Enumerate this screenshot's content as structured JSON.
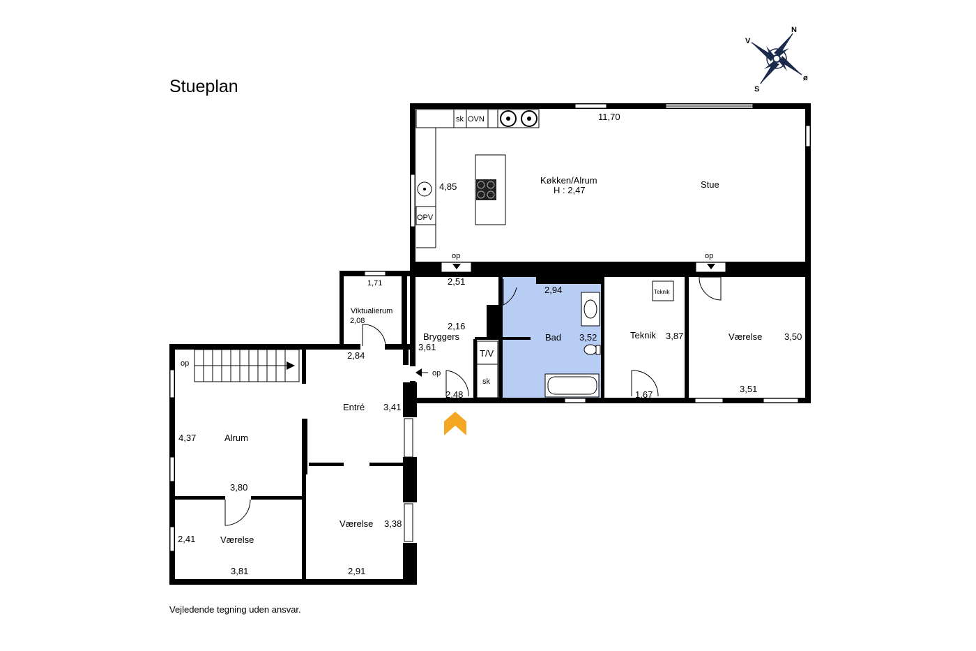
{
  "title": "Stueplan",
  "disclaimer": "Vejledende tegning uden ansvar.",
  "compass": {
    "n": "N",
    "s": "S",
    "v": "V",
    "o": "ø"
  },
  "rooms": {
    "kitchen": "Køkken/Alrum",
    "kitchen_height": "H : 2,47",
    "stue": "Stue",
    "bryggers": "Bryggers",
    "viktualierum": "Viktualierum",
    "bad": "Bad",
    "teknik": "Teknik",
    "vaerelse_ne": "Værelse",
    "entre": "Entré",
    "alrum": "Alrum",
    "vaerelse_sw": "Værelse",
    "vaerelse_s": "Værelse"
  },
  "fixtures": {
    "sk_top": "sk",
    "ovn": "OVN",
    "opv": "OPV",
    "tv": "T/V",
    "sk_bryggers": "sk",
    "teknik_box": "Teknik"
  },
  "stairs": {
    "op_kitchen": "op",
    "op_stue": "op",
    "op_stairs": "op",
    "op_entre": "op"
  },
  "dimensions": {
    "d_11_70": "11,70",
    "d_4_85": "4,85",
    "d_2_51": "2,51",
    "d_2_94": "2,94",
    "d_1_71": "1,71",
    "d_2_08": "2,08",
    "d_2_16": "2,16",
    "d_3_61": "3,61",
    "d_3_52": "3,52",
    "d_3_87": "3,87",
    "d_3_50": "3,50",
    "d_2_84": "2,84",
    "d_2_48": "2,48",
    "d_1_67": "1,67",
    "d_3_51": "3,51",
    "d_3_41": "3,41",
    "d_4_37": "4,37",
    "d_3_80": "3,80",
    "d_2_41": "2,41",
    "d_3_81": "3,81",
    "d_3_38": "3,38",
    "d_2_91": "2,91"
  },
  "colors": {
    "wall": "#000000",
    "bathroom_fill": "#b7cdf4",
    "entrance_marker": "#f5a623",
    "compass": "#1b2a4a"
  }
}
